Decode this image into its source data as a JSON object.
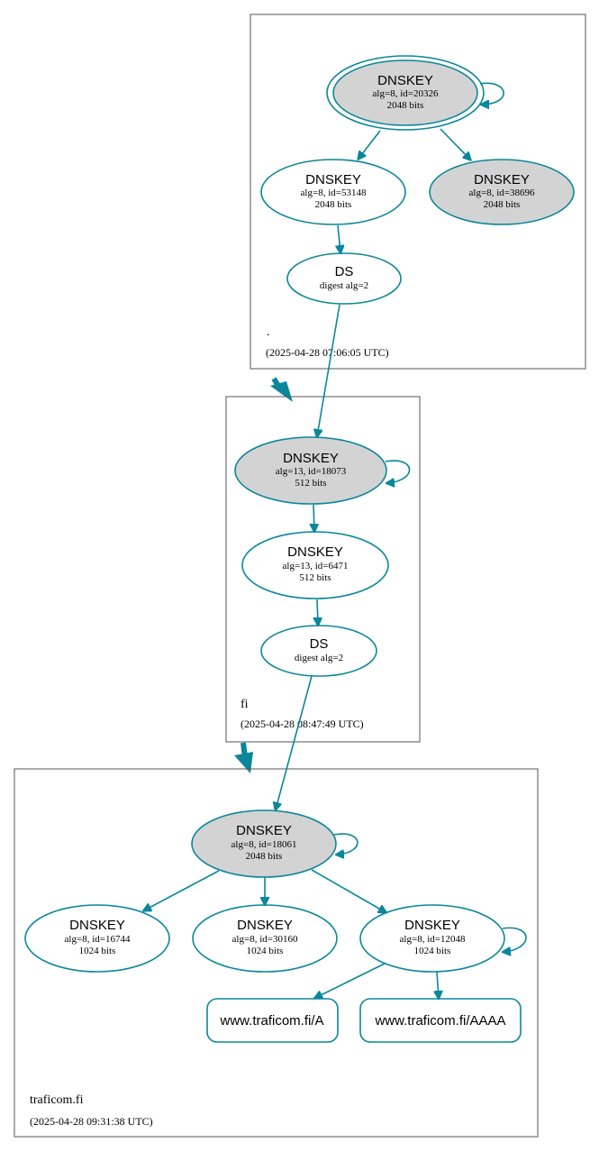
{
  "zones": [
    {
      "name": ".",
      "timestamp": "(2025-04-28 07:06:05 UTC)",
      "nodes": {
        "ksk": {
          "title": "DNSKEY",
          "line1": "alg=8, id=20326",
          "line2": "2048 bits"
        },
        "zsk": {
          "title": "DNSKEY",
          "line1": "alg=8, id=53148",
          "line2": "2048 bits"
        },
        "key3": {
          "title": "DNSKEY",
          "line1": "alg=8, id=38696",
          "line2": "2048 bits"
        },
        "ds": {
          "title": "DS",
          "line1": "digest alg=2"
        }
      }
    },
    {
      "name": "fi",
      "timestamp": "(2025-04-28 08:47:49 UTC)",
      "nodes": {
        "ksk": {
          "title": "DNSKEY",
          "line1": "alg=13, id=18073",
          "line2": "512 bits"
        },
        "zsk": {
          "title": "DNSKEY",
          "line1": "alg=13, id=6471",
          "line2": "512 bits"
        },
        "ds": {
          "title": "DS",
          "line1": "digest alg=2"
        }
      }
    },
    {
      "name": "traficom.fi",
      "timestamp": "(2025-04-28 09:31:38 UTC)",
      "nodes": {
        "ksk": {
          "title": "DNSKEY",
          "line1": "alg=8, id=18061",
          "line2": "2048 bits"
        },
        "k1": {
          "title": "DNSKEY",
          "line1": "alg=8, id=16744",
          "line2": "1024 bits"
        },
        "k2": {
          "title": "DNSKEY",
          "line1": "alg=8, id=30160",
          "line2": "1024 bits"
        },
        "k3": {
          "title": "DNSKEY",
          "line1": "alg=8, id=12048",
          "line2": "1024 bits"
        },
        "rrA": {
          "label": "www.traficom.fi/A"
        },
        "rrAAAA": {
          "label": "www.traficom.fi/AAAA"
        }
      }
    }
  ],
  "colors": {
    "edge": "#0a879a",
    "sep_fill": "#d3d3d3",
    "zone_border": "#555555"
  }
}
